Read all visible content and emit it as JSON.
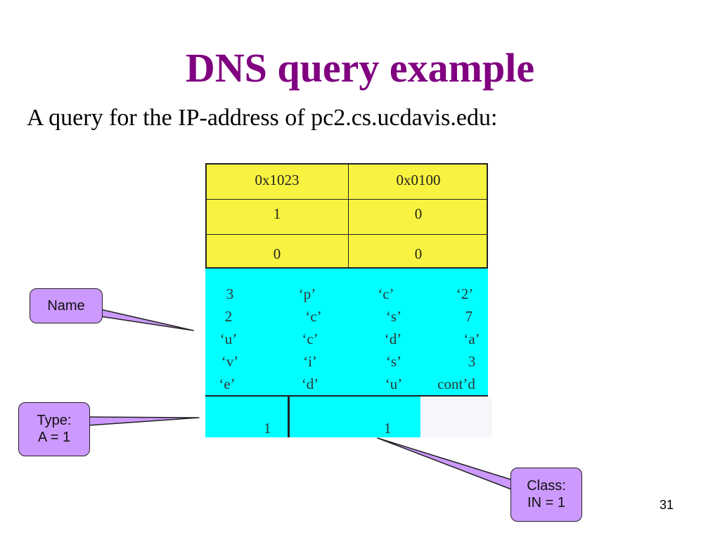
{
  "title": "DNS query example",
  "subtitle": "A query for the IP-address of pc2.cs.ucdavis.edu:",
  "header_rows": [
    [
      "0x1023",
      "0x0100"
    ],
    [
      "1",
      "0"
    ],
    [
      "0",
      "0"
    ]
  ],
  "name_rows": [
    [
      "3",
      "‘p’",
      "‘c’",
      "‘2’"
    ],
    [
      "2",
      "‘c’",
      "‘s’",
      "7"
    ],
    [
      "‘u’",
      "‘c’",
      "‘d’",
      "‘a’"
    ],
    [
      "‘v’",
      "‘i’",
      "‘s’",
      "3"
    ],
    [
      "‘e’",
      "‘d’",
      "‘u’",
      "cont’d"
    ]
  ],
  "type_value": "1",
  "class_value": "1",
  "callouts": {
    "name": "Name",
    "type_line1": "Type:",
    "type_line2": "A = 1",
    "class_line1": "Class:",
    "class_line2": "IN = 1"
  },
  "page_number": "31",
  "colors": {
    "title": "#800080",
    "header_fill": "#f8f340",
    "name_fill": "#00ffff",
    "callout_fill": "#cc99ff"
  }
}
